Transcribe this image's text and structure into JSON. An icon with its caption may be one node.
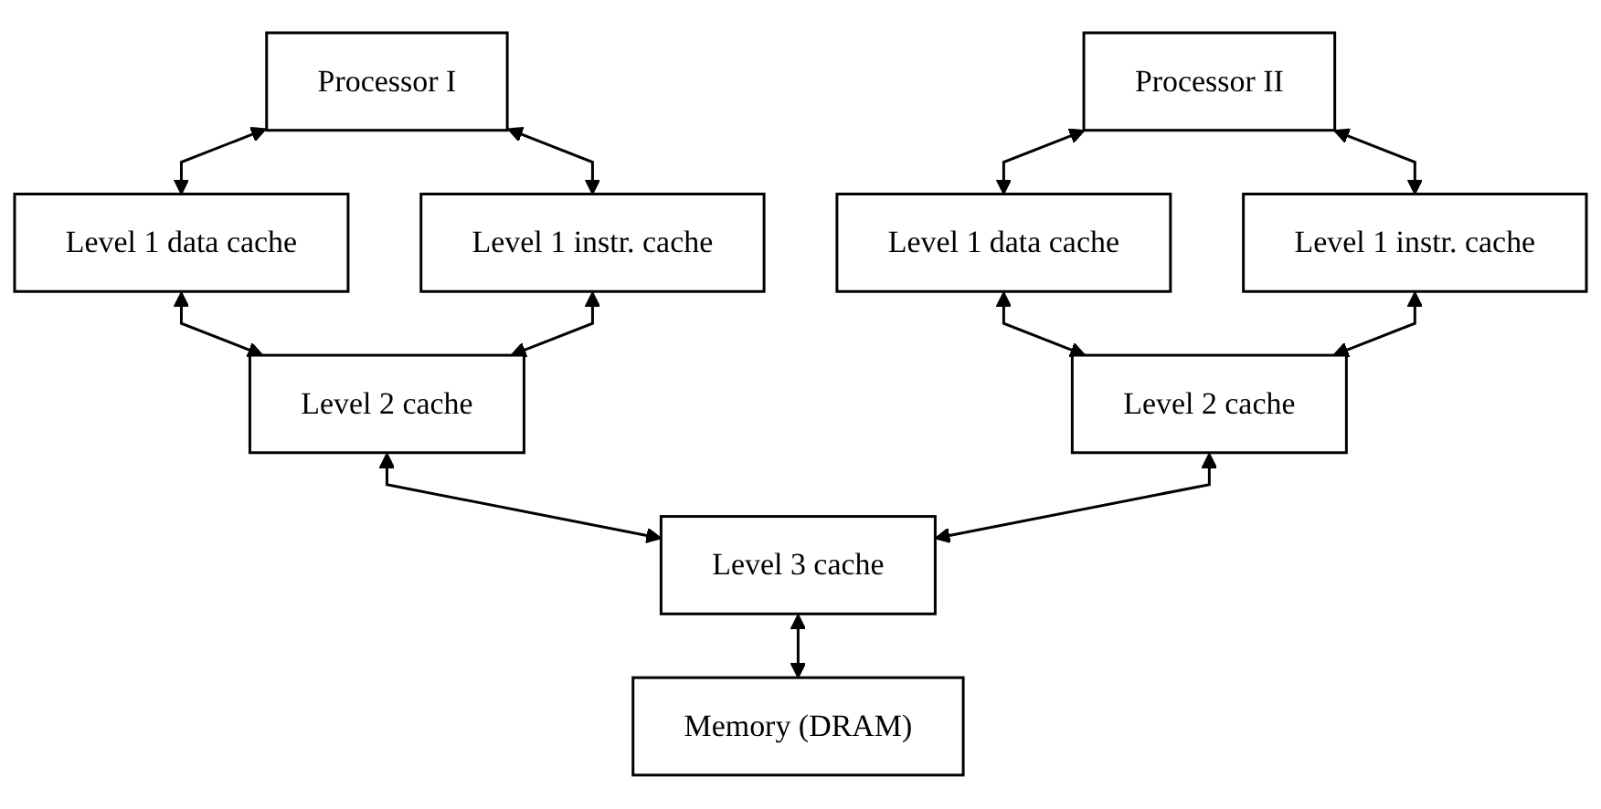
{
  "diagram": {
    "nodes": [
      {
        "text": [
          "Processor I"
        ]
      },
      {
        "text": [
          "Processor II"
        ]
      },
      {
        "text": [
          "Level 1 data cache"
        ]
      },
      {
        "text": [
          "Level 1 instr. cache"
        ]
      },
      {
        "text": [
          "Level 1 data cache"
        ]
      },
      {
        "text": [
          "Level 1 instr. cache"
        ]
      },
      {
        "text": [
          "Level 2 cache"
        ]
      },
      {
        "text": [
          "Level 2 cache"
        ]
      },
      {
        "text": [
          "Level 3 cache"
        ]
      },
      {
        "text": [
          "Memory (DRAM)"
        ]
      }
    ],
    "edges": [
      {
        "from": 0,
        "to": 2,
        "arrow": "both"
      },
      {
        "from": 0,
        "to": 3,
        "arrow": "both"
      },
      {
        "from": 1,
        "to": 4,
        "arrow": "both"
      },
      {
        "from": 1,
        "to": 5,
        "arrow": "both"
      },
      {
        "from": 2,
        "to": 6,
        "arrow": "both"
      },
      {
        "from": 3,
        "to": 6,
        "arrow": "both"
      },
      {
        "from": 4,
        "to": 7,
        "arrow": "both"
      },
      {
        "from": 5,
        "to": 7,
        "arrow": "both"
      },
      {
        "from": 6,
        "to": 8,
        "arrow": "both"
      },
      {
        "from": 7,
        "to": 8,
        "arrow": "both"
      },
      {
        "from": 8,
        "to": 9,
        "arrow": "both"
      }
    ]
  }
}
